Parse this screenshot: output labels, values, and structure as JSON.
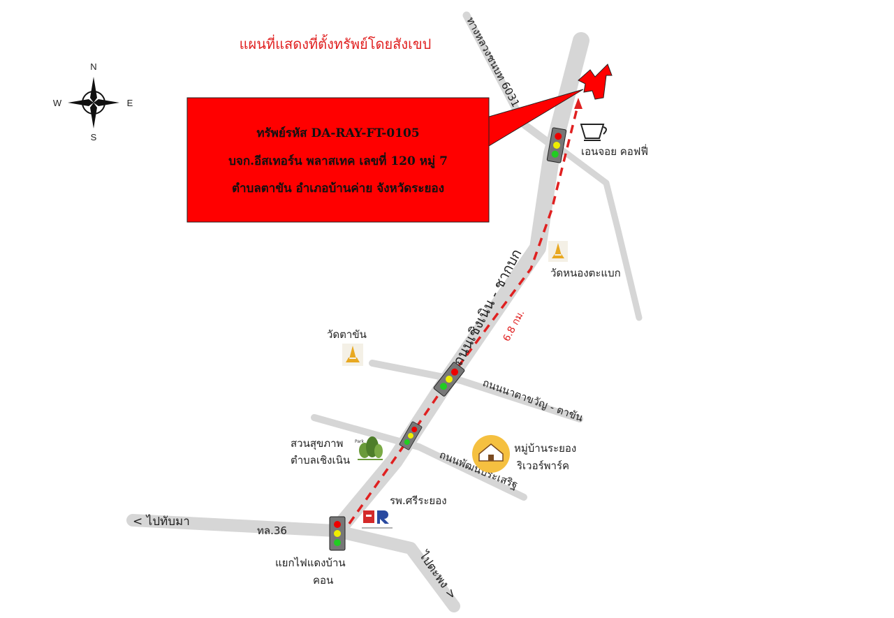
{
  "title": "แผนที่แสดงที่ตั้งทรัพย์โดยสังเขป",
  "compass": {
    "n": "N",
    "s": "S",
    "e": "E",
    "w": "W"
  },
  "callout": {
    "line1": "ทรัพย์รหัส DA-RAY-FT-0105",
    "line2": "บจก.อีสเทอร์น พลาสเทค เลขที่ 120 หมู่ 7",
    "line3": "ตำบลตาขัน อำเภอบ้านค่าย จังหวัดระยอง"
  },
  "roads": {
    "highway_6031": "ทางหลวงชนบท 6031",
    "main_road": "ถนนเชิงเนิน - ชากบก",
    "nata_road": "ถนนนาตาขวัญ - ตาขัน",
    "pattana_road": "ถนนพัฒนประเสริฐ",
    "route_36": "ทล.36",
    "to_thapma": "< ไปทับมา",
    "to_taphong": "ไปตะพง >"
  },
  "distance": "6.8 กม.",
  "landmarks": {
    "cafe": "เอนจอย คอฟฟี่",
    "wat_nong": "วัดหนองตะแบก",
    "wat_takhan": "วัดตาขัน",
    "park_line1": "สวนสุขภาพ",
    "park_line2": "ตำบลเชิงเนิน",
    "park_sign": "Park",
    "village_line1": "หมู่บ้านระยอง",
    "village_line2": "ริเวอร์พาร์ค",
    "hospital": "รพ.ศรีระยอง",
    "junction_line1": "แยกไฟแดงบ้าน",
    "junction_line2": "คอน"
  },
  "colors": {
    "accent": "#ff0000",
    "road": "#d6d6d6",
    "route": "#e02020"
  }
}
